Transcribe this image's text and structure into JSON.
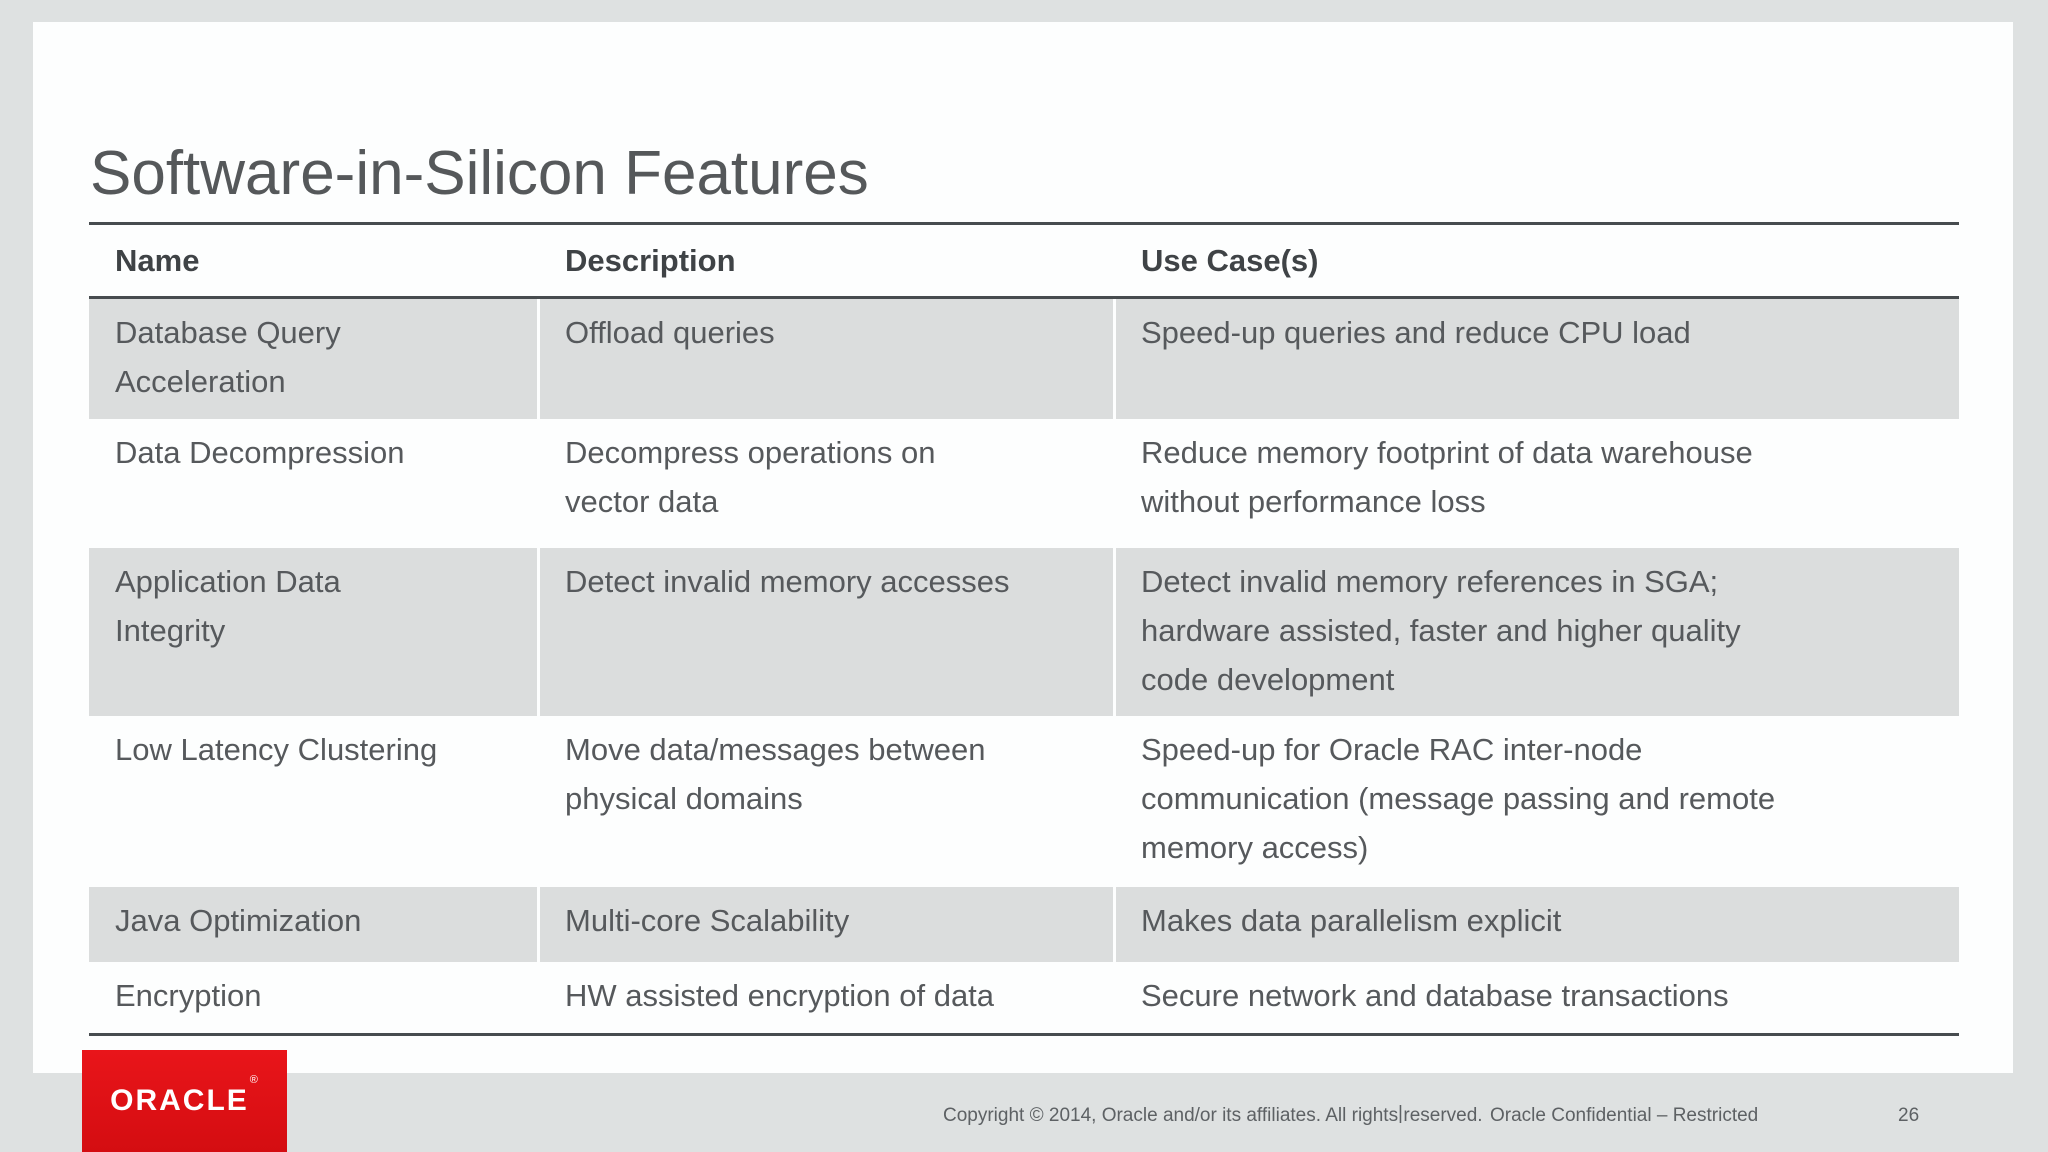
{
  "slide": {
    "title": "Software-in-Silicon Features",
    "table": {
      "headers": [
        "Name",
        "Description",
        "Use Case(s)"
      ],
      "rows": [
        {
          "name": "Database Query Acceleration",
          "description": "Offload queries",
          "use_case": "Speed-up queries and reduce CPU load"
        },
        {
          "name": "Data Decompression",
          "description": "Decompress operations on vector data",
          "use_case": "Reduce memory footprint of data warehouse without performance loss"
        },
        {
          "name": "Application Data Integrity",
          "description": "Detect invalid memory accesses",
          "use_case": "Detect invalid memory references in SGA; hardware assisted, faster and higher quality code development"
        },
        {
          "name": "Low Latency Clustering",
          "description": "Move data/messages between physical domains",
          "use_case": "Speed-up for Oracle RAC inter-node communication (message passing and remote memory access)"
        },
        {
          "name": "Java Optimization",
          "description": "Multi-core Scalability",
          "use_case": "Makes data parallelism explicit"
        },
        {
          "name": "Encryption",
          "description": "HW assisted encryption of data",
          "use_case": "Secure network and database transactions"
        }
      ]
    }
  },
  "footer": {
    "logo_text": "ORACLE",
    "logo_mark": "®",
    "copyright": "Copyright © 2014, Oracle and/or its affiliates. All rights reserved.",
    "separator": "|",
    "confidential": "Oracle Confidential – Restricted",
    "page_number": "26"
  },
  "colors": {
    "oracle_red": "#e30f13",
    "row_gray": "#dbdddd",
    "background_gray": "#dee1e1",
    "slide_white": "#fdfefe",
    "border_dark": "#474c4f",
    "text_dark": "#56595c"
  }
}
